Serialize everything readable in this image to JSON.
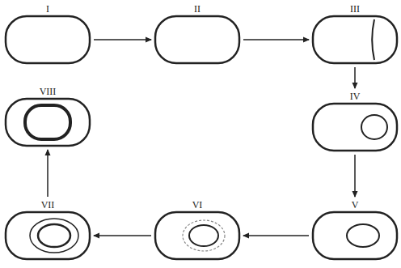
{
  "diagram": {
    "nodes": [
      {
        "text": [
          "I"
        ]
      },
      {
        "text": [
          "II"
        ]
      },
      {
        "text": [
          "III"
        ]
      },
      {
        "text": [
          "IV"
        ]
      },
      {
        "text": [
          "V"
        ]
      },
      {
        "text": [
          "VI"
        ]
      },
      {
        "text": [
          "VII"
        ]
      },
      {
        "text": [
          "VIII"
        ]
      }
    ],
    "edges": [
      {
        "from": 0,
        "to": 1,
        "arrow": "to"
      },
      {
        "from": 1,
        "to": 2,
        "arrow": "to"
      },
      {
        "from": 2,
        "to": 3,
        "arrow": "to"
      },
      {
        "from": 3,
        "to": 4,
        "arrow": "to"
      },
      {
        "from": 4,
        "to": 5,
        "arrow": "to"
      },
      {
        "from": 5,
        "to": 6,
        "arrow": "to"
      },
      {
        "from": 6,
        "to": 7,
        "arrow": "to"
      }
    ]
  }
}
